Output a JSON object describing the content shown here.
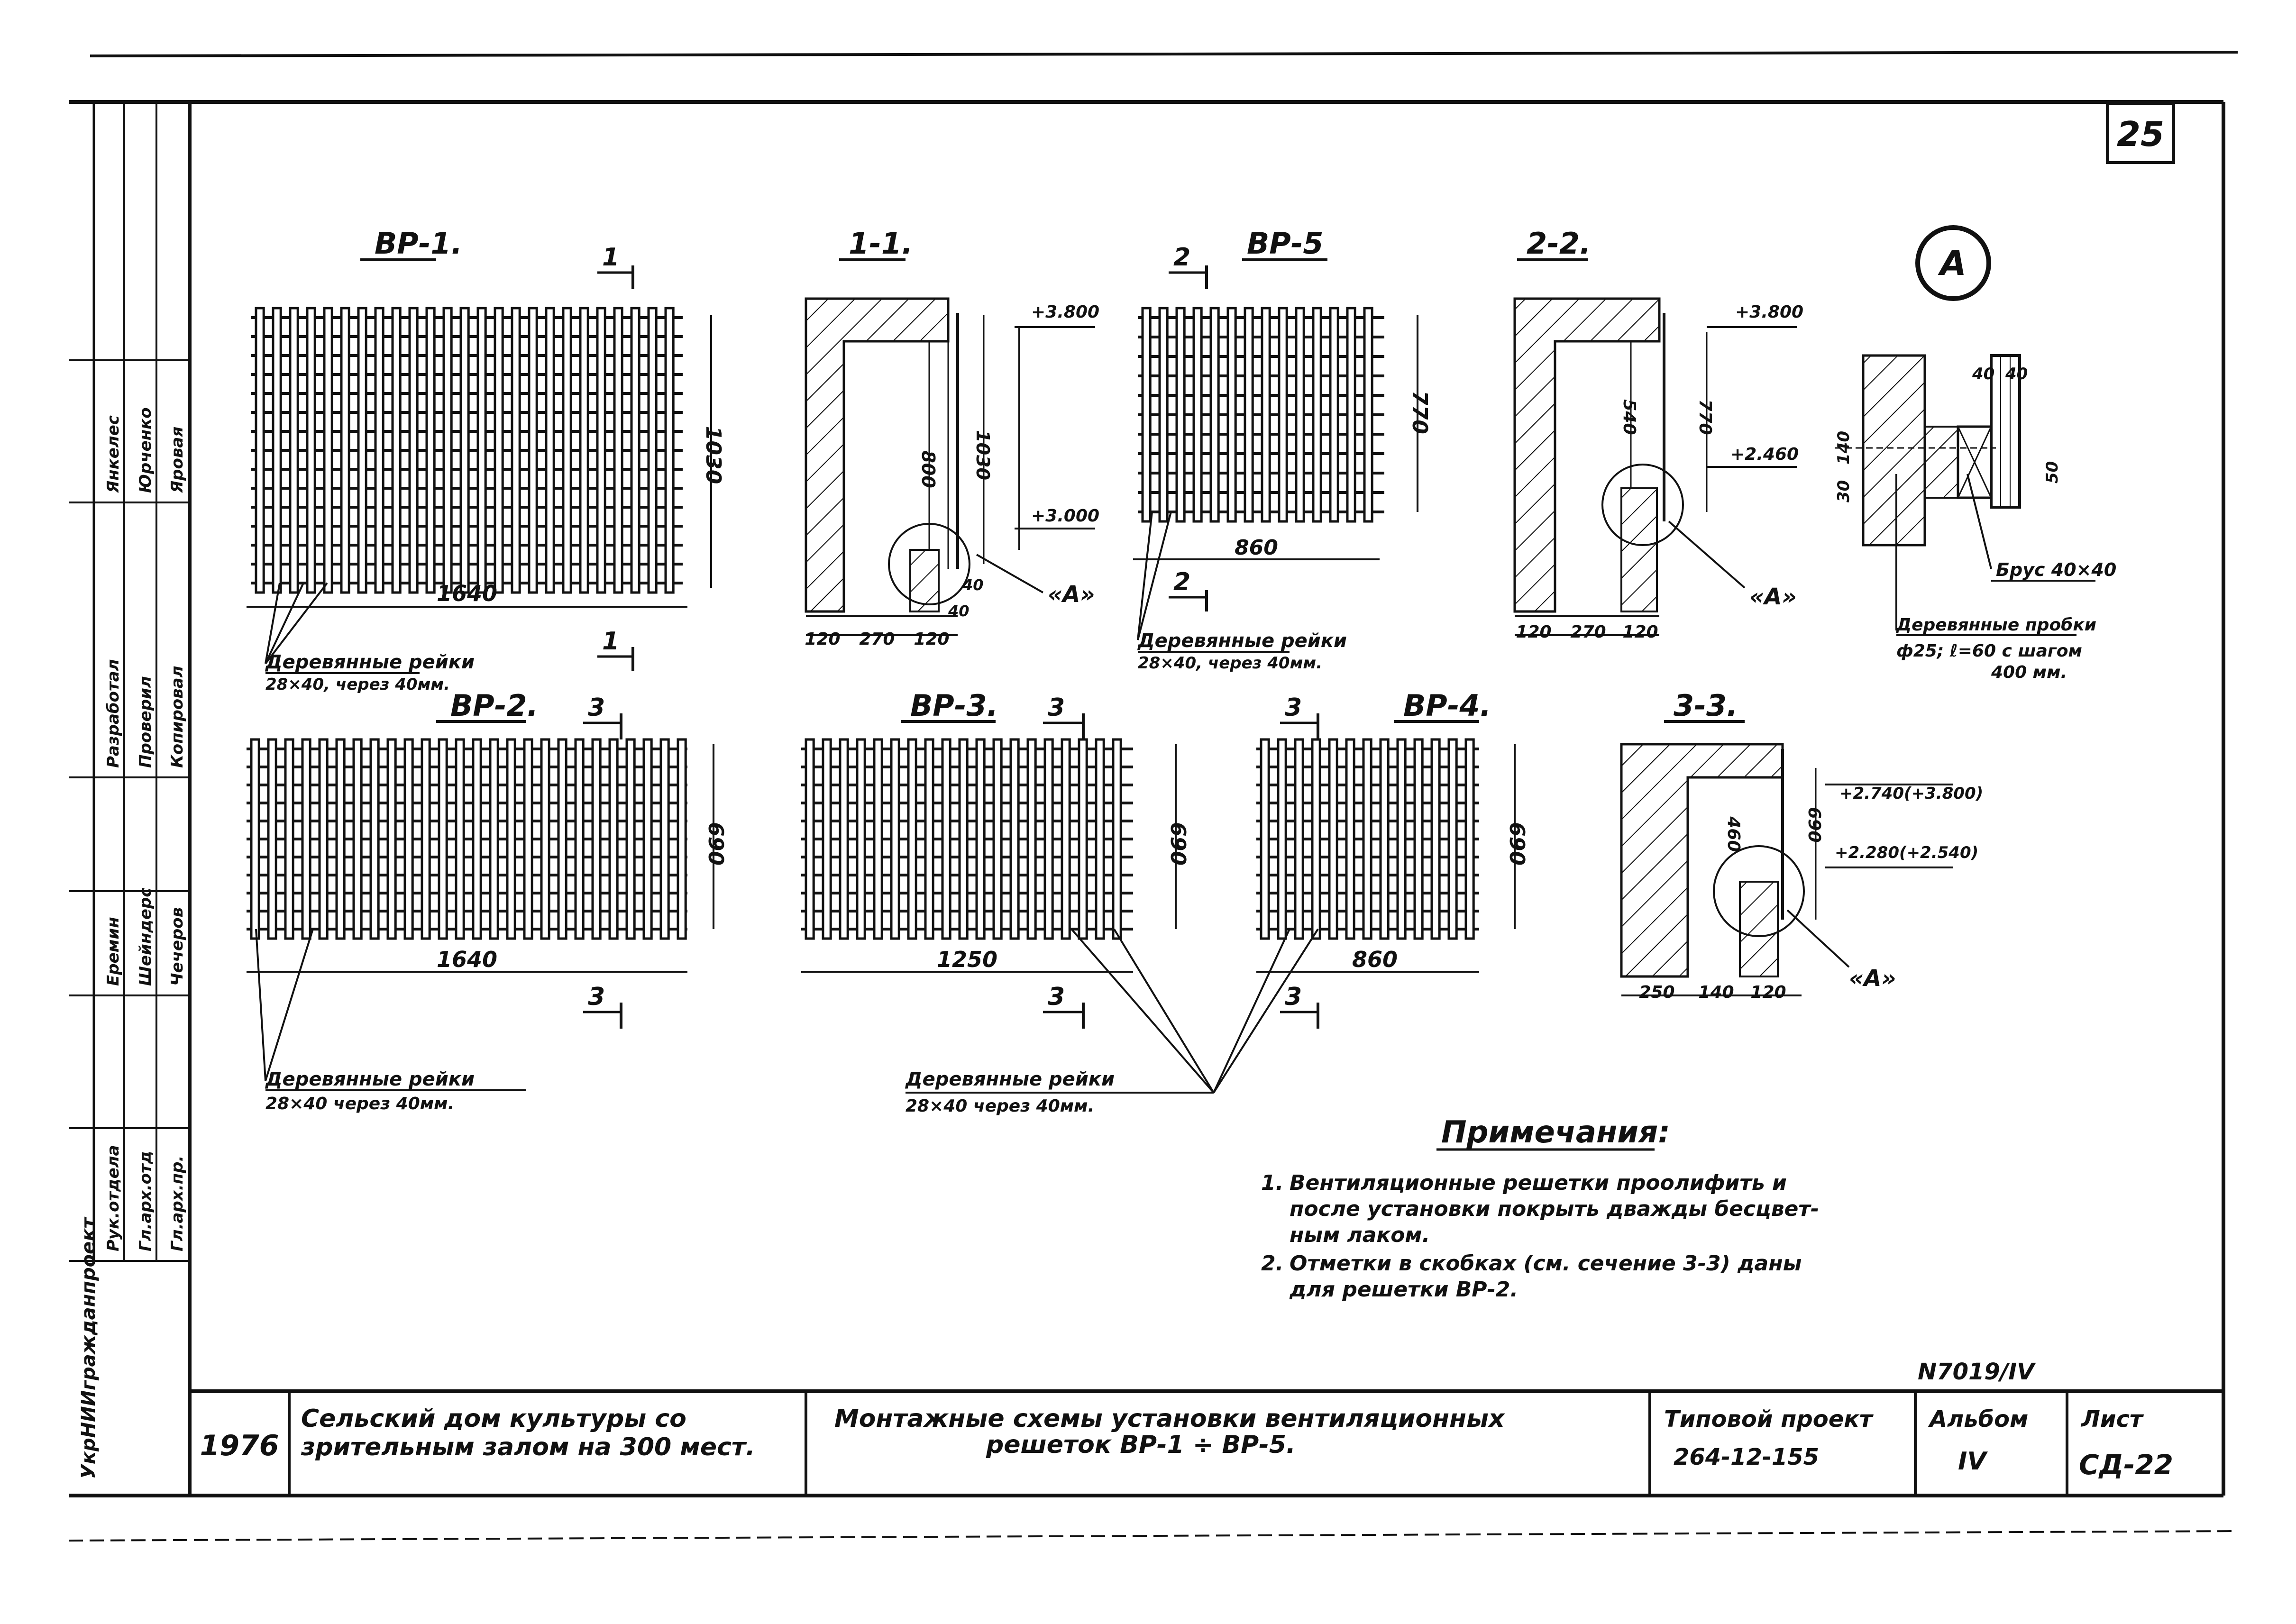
{
  "sheet": {
    "page_number": "25",
    "archive_number": "N7019/IV",
    "circle_tag": "A"
  },
  "views": {
    "vr1": "ВР-1.",
    "sec11": "1-1.",
    "vr5": "ВР-5",
    "sec22": "2-2.",
    "vr2": "ВР-2.",
    "vr3": "ВР-3.",
    "vr4": "ВР-4.",
    "sec33": "3-3."
  },
  "dims": {
    "vr1_width": "1640",
    "vr1_height": "1030",
    "s11_800": "800",
    "s11_1030": "1030",
    "s11_p3800": "+3.800",
    "s11_p3000": "+3.000",
    "s11_b1": "120",
    "s11_b2": "270",
    "s11_b3": "120",
    "s11_40a": "40",
    "s11_40b": "40",
    "vr5_width": "860",
    "vr5_height": "770",
    "s22_p3800": "+3.800",
    "s22_p2460": "+2.460",
    "s22_540": "540",
    "s22_770": "770",
    "s22_b1": "120",
    "s22_b2": "270",
    "s22_b3": "120",
    "detA_40a": "40",
    "detA_40b": "40",
    "detA_30": "30",
    "detA_140": "140",
    "detA_50": "50",
    "vr2_width": "1640",
    "vr2_height": "690",
    "vr3_width": "1250",
    "vr3_height": "690",
    "vr4_width": "860",
    "vr4_height": "690",
    "s33_460": "460",
    "s33_690": "690",
    "s33_el1": "+2.740(+3.800)",
    "s33_el2": "+2.280(+2.540)",
    "s33_b1": "250",
    "s33_b2": "140",
    "s33_b3": "120"
  },
  "markers": {
    "m1": "1",
    "m2": "2",
    "m3": "3",
    "detail_a": "«А»"
  },
  "labels": {
    "slats_a_1": "Деревянные рейки",
    "slats_a_2": "28×40, через 40мм.",
    "slats_b_1": "Деревянные рейки",
    "slats_b_2": "28×40, через 40мм.",
    "slats_c_1": "Деревянные рейки",
    "slats_c_2": "28×40 через 40мм.",
    "slats_d_1": "Деревянные рейки",
    "slats_d_2": "28×40 через 40мм.",
    "beam": "Брус 40×40",
    "plugs_1": "Деревянные пробки",
    "plugs_2": "ф25; ℓ=60 с шагом",
    "plugs_3": "400 мм."
  },
  "notes": {
    "title": "Примечания:",
    "n1_num": "1.",
    "n1_l1": "Вентиляционные решетки проолифить и",
    "n1_l2": "после установки покрыть дважды бесцвет-",
    "n1_l3": "ным лаком.",
    "n2_num": "2.",
    "n2_l1": "Отметки в скобках (см. сечение 3-3) даны",
    "n2_l2": "для решетки ВР-2."
  },
  "side_stamp": {
    "org": "УкрНИИгражданпроект",
    "roles": [
      "Рук.отдела",
      "Гл.арх.отд",
      "Гл.арх.пр.",
      "Еремин",
      "Шейндерс",
      "Чечеров",
      "Разработал",
      "Проверил",
      "Копировал",
      "Янкелес",
      "Юрченко",
      "Яровая"
    ]
  },
  "title_block": {
    "year": "1976",
    "object_l1": "Сельский дом культуры со",
    "object_l2": "зрительным залом на 300 мест.",
    "drawing_l1": "Монтажные схемы установки вентиляционных",
    "drawing_l2": "решеток ВР-1 ÷ ВР-5.",
    "project_label": "Типовой проект",
    "project_no": "264-12-155",
    "album_label": "Альбом",
    "album_no": "IV",
    "sheet_label": "Лист",
    "sheet_no": "СД-22"
  }
}
